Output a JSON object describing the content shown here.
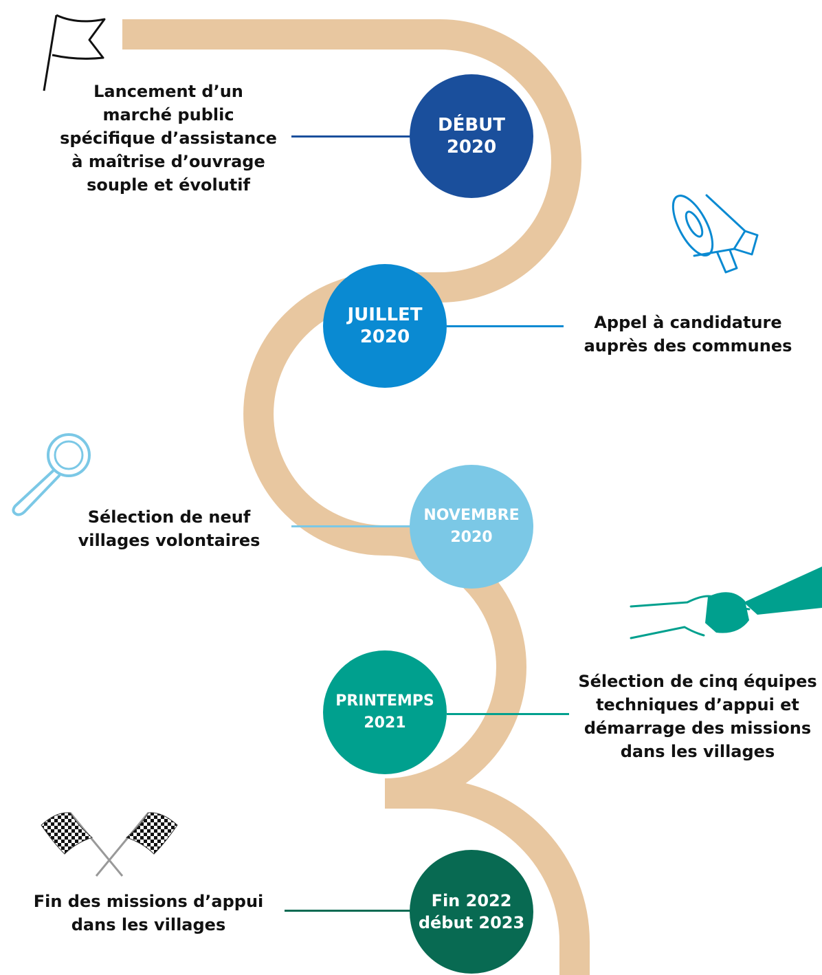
{
  "timeline": {
    "road_color": "#E8C7A0",
    "steps": [
      {
        "date_line1": "DÉBUT",
        "date_line2": "2020",
        "color": "#1A4F9C",
        "icon": "flag-icon",
        "text": "Lancement d’un\nmarché public\nspécifique d’assistance\nà maîtrise d’ouvrage\nsouple et évolutif"
      },
      {
        "date_line1": "JUILLET",
        "date_line2": "2020",
        "color": "#0A8AD2",
        "icon": "megaphone-icon",
        "text": "Appel à candidature\nauprès des communes"
      },
      {
        "date_line1": "NOVEMBRE",
        "date_line2": "2020",
        "color": "#7BC8E6",
        "icon": "magnifier-icon",
        "text": "Sélection de neuf\nvillages volontaires"
      },
      {
        "date_line1": "PRINTEMPS",
        "date_line2": "2021",
        "color": "#00A08E",
        "icon": "handshake-icon",
        "text": "Sélection de cinq équipes\ntechniques d’appui et\ndémarrage des missions\ndans les villages"
      },
      {
        "date_line1": "Fin 2022",
        "date_line2": "début 2023",
        "color": "#086A52",
        "icon": "checkered-flags-icon",
        "text": "Fin des missions d’appui\ndans les villages"
      }
    ]
  }
}
